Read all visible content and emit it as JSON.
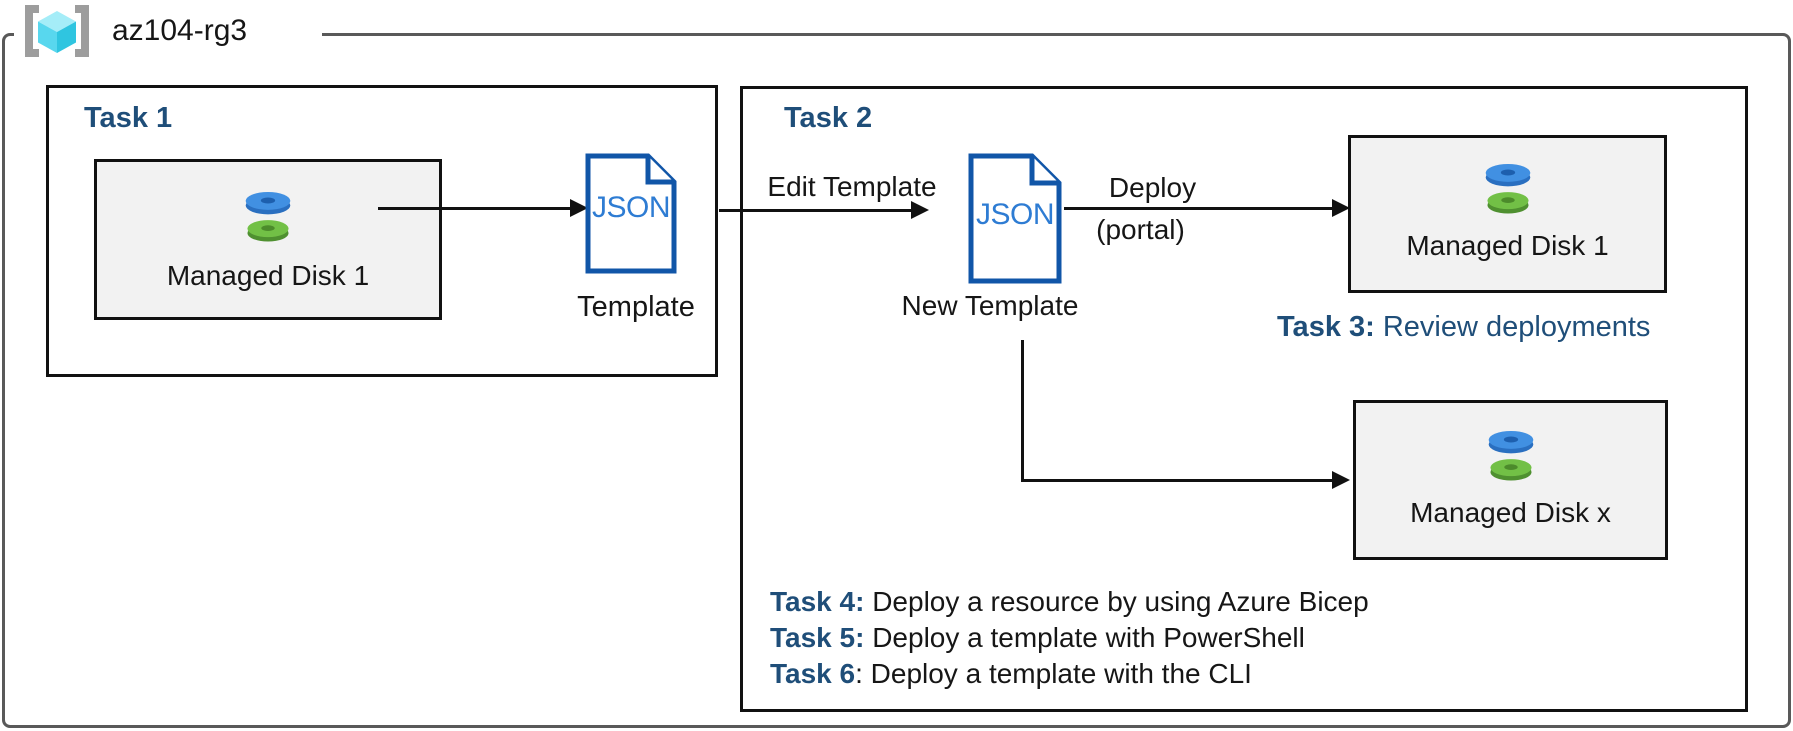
{
  "resource_group": {
    "name": "az104-rg3"
  },
  "task1": {
    "title": "Task 1",
    "disk_label": "Managed Disk 1",
    "json_label": "JSON",
    "template_label": "Template"
  },
  "task2": {
    "title": "Task 2",
    "edit_arrow_label": "Edit Template",
    "json_label": "JSON",
    "new_template_label": "New Template",
    "deploy_label": "Deploy",
    "deploy_qualifier": "(portal)",
    "disk1_label": "Managed Disk 1",
    "diskx_label": "Managed Disk x"
  },
  "task3": {
    "label": "Task 3:",
    "text": " Review deployments"
  },
  "tasks_bottom": [
    {
      "label": "Task 4:",
      "text": " Deploy a resource by using Azure Bicep"
    },
    {
      "label": "Task 5:",
      "text": " Deploy a template with PowerShell"
    },
    {
      "label": "Task 6",
      "text": ": Deploy a template with the CLI"
    }
  ],
  "icons": {
    "resource_group": "resource-group-icon",
    "managed_disk": "managed-disk-icon",
    "json_document": "json-document-icon"
  },
  "colors": {
    "heading_navy": "#1f4e79",
    "json_border_blue": "#1156a8",
    "json_text_blue": "#2e7cd3",
    "box_fill_gray": "#f2f2f2",
    "outer_border_gray": "#595959",
    "disk_blue": "#4190e2",
    "disk_green": "#72c046",
    "cube_cyan": "#58d7ee",
    "bracket_gray": "#9d9d9d",
    "line_black": "#111111"
  }
}
